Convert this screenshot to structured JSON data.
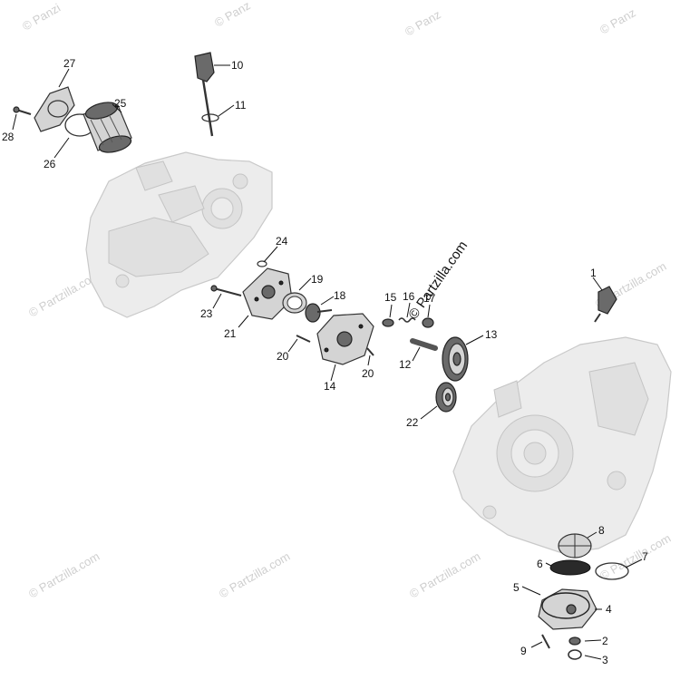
{
  "watermarks": {
    "top_1": "© Panzi",
    "top_2": "© Panz",
    "top_3": "© Panz",
    "left_mid": "© Partzilla.com",
    "right_mid": "© Partzilla.com",
    "bottom_1": "© Partzilla.com",
    "bottom_2": "© Partzilla.com",
    "bottom_3": "© Partzilla.com",
    "bottom_4": "© Partzilla.com",
    "center": "© Partzilla.com"
  },
  "callouts": [
    {
      "id": "1",
      "label": "1"
    },
    {
      "id": "2",
      "label": "2"
    },
    {
      "id": "3",
      "label": "3"
    },
    {
      "id": "4",
      "label": "4"
    },
    {
      "id": "5",
      "label": "5"
    },
    {
      "id": "6",
      "label": "6"
    },
    {
      "id": "7",
      "label": "7"
    },
    {
      "id": "8",
      "label": "8"
    },
    {
      "id": "9",
      "label": "9"
    },
    {
      "id": "10",
      "label": "10"
    },
    {
      "id": "11",
      "label": "11"
    },
    {
      "id": "12",
      "label": "12"
    },
    {
      "id": "13",
      "label": "13"
    },
    {
      "id": "14",
      "label": "14"
    },
    {
      "id": "15",
      "label": "15"
    },
    {
      "id": "16",
      "label": "16"
    },
    {
      "id": "17",
      "label": "17"
    },
    {
      "id": "18",
      "label": "18"
    },
    {
      "id": "19",
      "label": "19"
    },
    {
      "id": "20a",
      "label": "20"
    },
    {
      "id": "20b",
      "label": "20"
    },
    {
      "id": "21",
      "label": "21"
    },
    {
      "id": "22",
      "label": "22"
    },
    {
      "id": "23",
      "label": "23"
    },
    {
      "id": "24",
      "label": "24"
    },
    {
      "id": "25",
      "label": "25"
    },
    {
      "id": "26",
      "label": "26"
    },
    {
      "id": "27",
      "label": "27"
    },
    {
      "id": "28",
      "label": "28"
    }
  ]
}
